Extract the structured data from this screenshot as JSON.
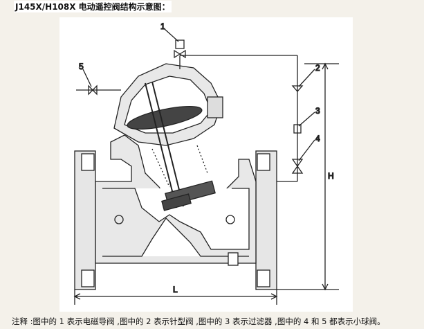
{
  "title": "J145X/H108X 电动遥控阀结构示意图：",
  "diagram": {
    "callouts": [
      "1",
      "2",
      "3",
      "4",
      "5"
    ],
    "dimensions": {
      "height_label": "H",
      "length_label": "L"
    }
  },
  "note": "注释 :图中的 1 表示电磁导阀 ,图中的 2 表示针型阀 ,图中的 3 表示过滤器 ,图中的 4 和 5 都表示小球阀。"
}
